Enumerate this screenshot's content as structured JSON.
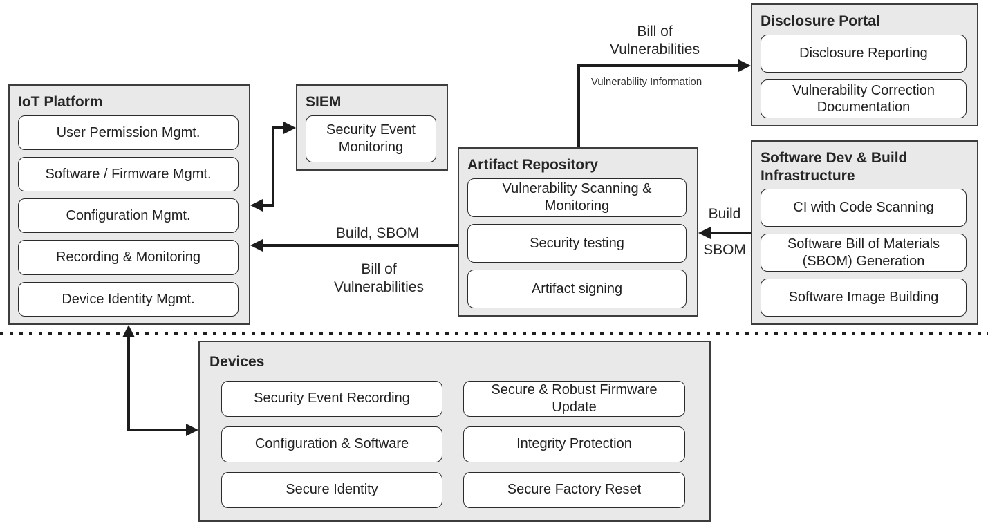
{
  "colors": {
    "group_fill": "#e9e9e9",
    "group_border": "#3d3d3d",
    "item_fill": "#ffffff",
    "item_border": "#2b2b2b",
    "arrow": "#1c1c1c",
    "background": "#ffffff"
  },
  "groups": {
    "iot_platform": {
      "title": "IoT Platform",
      "items": [
        "User Permission Mgmt.",
        "Software / Firmware Mgmt.",
        "Configuration Mgmt.",
        "Recording & Monitoring",
        "Device Identity Mgmt."
      ]
    },
    "siem": {
      "title": "SIEM",
      "items": [
        "Security Event Monitoring"
      ]
    },
    "artifact_repository": {
      "title": "Artifact Repository",
      "items": [
        "Vulnerability Scanning & Monitoring",
        "Security testing",
        "Artifact signing"
      ]
    },
    "disclosure_portal": {
      "title": "Disclosure Portal",
      "items": [
        "Disclosure Reporting",
        "Vulnerability Correction Documentation"
      ]
    },
    "software_dev_build": {
      "title": "Software Dev & Build Infrastructure",
      "items": [
        "CI with Code Scanning",
        "Software Bill of Materials (SBOM) Generation",
        "Software Image Building"
      ]
    },
    "devices": {
      "title": "Devices",
      "items_left": [
        "Security Event Recording",
        "Configuration & Software",
        "Secure Identity"
      ],
      "items_right": [
        "Secure & Robust Firmware Update",
        "Integrity Protection",
        "Secure Factory Reset"
      ]
    }
  },
  "edges": {
    "artifact_to_disclosure": {
      "label": "Bill of\nVulnerabilities",
      "sublabel": "Vulnerability Information"
    },
    "artifact_to_iot_platform": {
      "label": "Build, SBOM",
      "sublabel": "Bill of\nVulnerabilities"
    },
    "build_infra_to_artifact": {
      "label_above": "Build",
      "label_below": "SBOM"
    }
  }
}
